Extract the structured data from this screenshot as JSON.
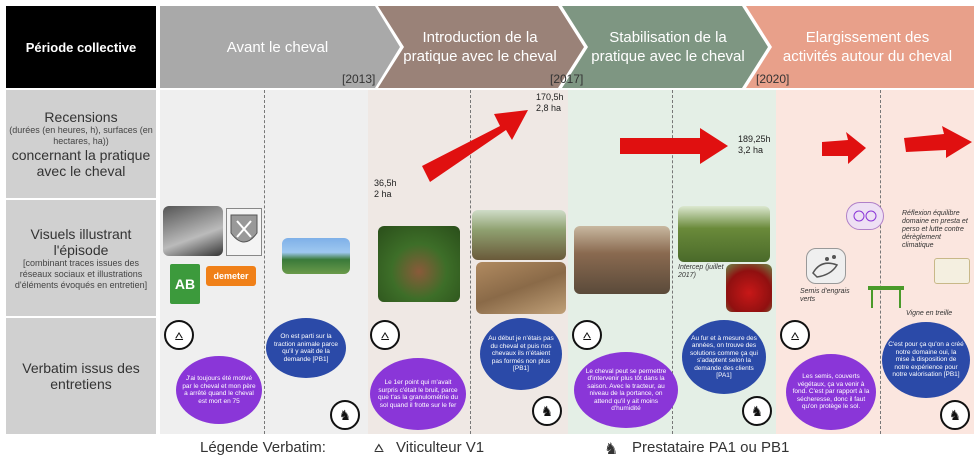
{
  "labels": {
    "periode": "Période collective",
    "recensions_main": "Recensions",
    "recensions_sub": "(durées (en heures, h), surfaces (en hectares, ha))",
    "recensions_rest": "concernant la pratique avec le cheval",
    "visuels_main": "Visuels illustrant l'épisode",
    "visuels_sub": "[combinant traces issues des réseaux sociaux et illustrations d'éléments évoqués en entretien]",
    "verbatim": "Verbatim issus des entretiens"
  },
  "phases": [
    {
      "label": "Avant le cheval"
    },
    {
      "label": "Introduction de la pratique avec le cheval"
    },
    {
      "label": "Stabilisation de la pratique avec le cheval"
    },
    {
      "label": "Elargissement des activités autour du cheval"
    }
  ],
  "years": [
    "[2013]",
    "[2017]",
    "[2020]"
  ],
  "metrics": [
    {
      "hours": "36,5h",
      "area": "2 ha"
    },
    {
      "hours": "170,5h",
      "area": "2,8 ha"
    },
    {
      "hours": "189,25h",
      "area": "3,2 ha"
    }
  ],
  "visual_texts": {
    "logo_ab": "AB",
    "logo_demeter": "demeter",
    "caption_intercep": "Intercep (juillet 2017)",
    "caption_semis": "Semis d'engrais verts",
    "caption_vigne": "Vigne en treille",
    "caption_reflexion": "Réflexion équilibre domaine en presta et perso et lutte contre dérèglement climatique"
  },
  "verbatims": [
    {
      "text": "J'ai toujours été motivé par le cheval et mon père a arrêté quand le cheval est mort en 75"
    },
    {
      "text": "On est parti sur la traction animale parce qu'il y avait de la demande [PB1]"
    },
    {
      "text": "Le 1er point qui m'avait surpris c'était le bruit, parce que t'as la granulométrie du sol quand il frotte sur le fer"
    },
    {
      "text": "Au début je n'étais pas du cheval et puis nos chevaux ils n'étaient pas formés non plus [PB1]"
    },
    {
      "text": "Le cheval peut se permettre d'intervenir plus tôt dans la saison. Avec le tracteur, au niveau de la portance, on attend qu'il y ait moins d'humidité"
    },
    {
      "text": "Au fur et à mesure des années, on trouve des solutions comme ça qui s'adaptent selon la demande des clients [PA1]"
    },
    {
      "text": "Les semis, couverts végétaux, ça va venir à fond. C'est par rapport à la sécheresse, donc il faut qu'on protège le sol."
    },
    {
      "text": "C'est pour ça qu'on a créé notre domaine oui, la mise à disposition de notre expérience pour notre valorisation [PB1]"
    }
  ],
  "legend": {
    "title": "Légende Verbatim:",
    "viticulteur": "Viticulteur V1",
    "prestataire": "Prestataire PA1 ou PB1"
  },
  "colors": {
    "phase1": "#a9a9a9",
    "phase2": "#9a8278",
    "phase3": "#7e9682",
    "phase4": "#e8a08a",
    "arrow": "#e01010",
    "bubble_blue": "#2b4aa8",
    "bubble_purple": "#8a36d8"
  }
}
